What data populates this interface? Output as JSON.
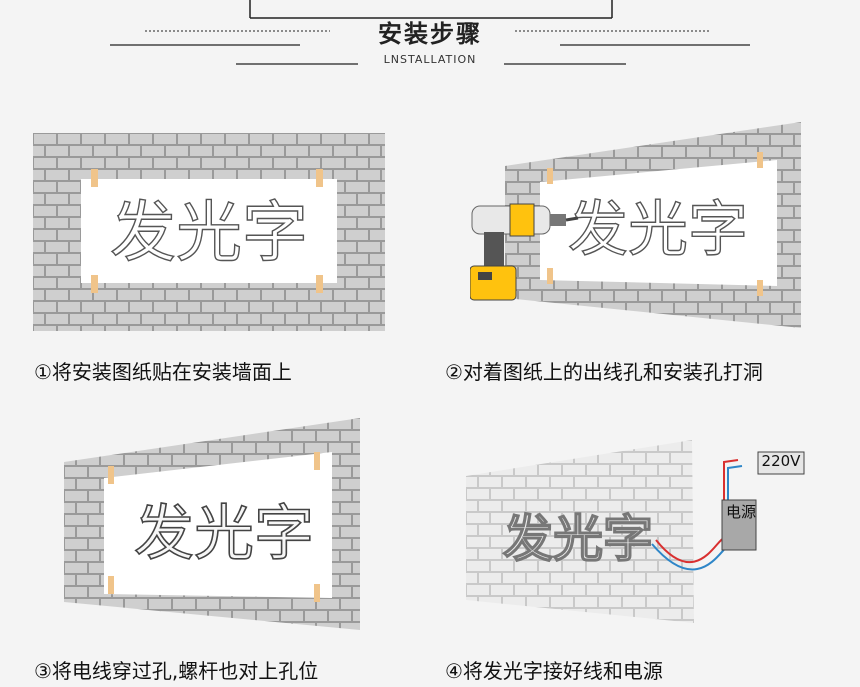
{
  "header": {
    "title": "安装步骤",
    "subtitle": "LNSTALLATION"
  },
  "steps": [
    {
      "caption": "①将安装图纸贴在安装墙面上"
    },
    {
      "caption": "②对着图纸上的出线孔和安装孔打洞"
    },
    {
      "caption": "③将电线穿过孔,螺杆也对上孔位"
    },
    {
      "caption": "④将发光字接好线和电源"
    }
  ],
  "sign_text": "发光字",
  "power": {
    "voltage": "220V",
    "supply_label": "电源"
  }
}
